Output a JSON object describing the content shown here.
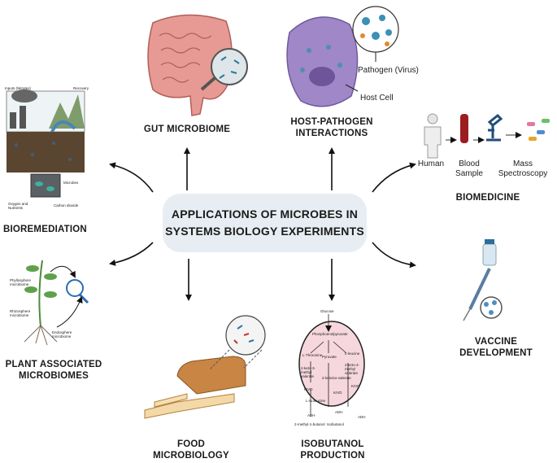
{
  "center": {
    "line1": "APPLICATIONS OF MICROBES IN",
    "line2": "SYSTEMS BIOLOGY EXPERIMENTS"
  },
  "gut": {
    "label": "GUT MICROBIOME"
  },
  "host": {
    "line1": "HOST-PATHOGEN",
    "line2": "INTERACTIONS",
    "pathogen": "Pathogen (Virus)",
    "cell": "Host Cell"
  },
  "biomed": {
    "label": "BIOMEDICINE",
    "human": "Human",
    "blood1": "Blood",
    "blood2": "Sample",
    "mass1": "Mass",
    "mass2": "Spectroscopy"
  },
  "vaccine": {
    "line1": "VACCINE",
    "line2": "DEVELOPMENT"
  },
  "isobutanol": {
    "line1": "ISOBUTANOL",
    "line2": "PRODUCTION",
    "glucose": "Glucose",
    "pep": "Phosphoenolpyruvate",
    "thr": "L-Threonine",
    "pyr": "Pyruvate",
    "leu": "L-leucine",
    "keto3": "2-keto-3-methyl valerate",
    "keto4": "2-keto-4-methyl valerate",
    "kiv": "2-ketoiso-valerate",
    "kivd": "KIVD",
    "ile": "L-isoleucine",
    "adh": "ADH",
    "mb": "2-methyl-1-butanol",
    "iso": "Isobutanol"
  },
  "food": {
    "line1": "FOOD",
    "line2": "MICROBIOLOGY"
  },
  "plant": {
    "line1": "PLANT ASSOCIATED",
    "line2": "MICROBIOMES",
    "n1": "Phyllosphere microbiome",
    "n2": "Rhizosphere microbiome",
    "n3": "Endosphere microbiome"
  },
  "bioremed": {
    "label": "BIOREMEDIATION",
    "inputs": "Inputs (Nitrates)",
    "recovery": "Recovery",
    "microbes": "Microbes",
    "oxygen": "Oxygen and Nutrients",
    "carbon": "Carbon dioxide"
  },
  "colors": {
    "center_box": "#e8edf3",
    "cell": "#9f87c8",
    "gut": "#e79a94",
    "pathway": "#f6d7dd",
    "bread": "#c88543"
  }
}
